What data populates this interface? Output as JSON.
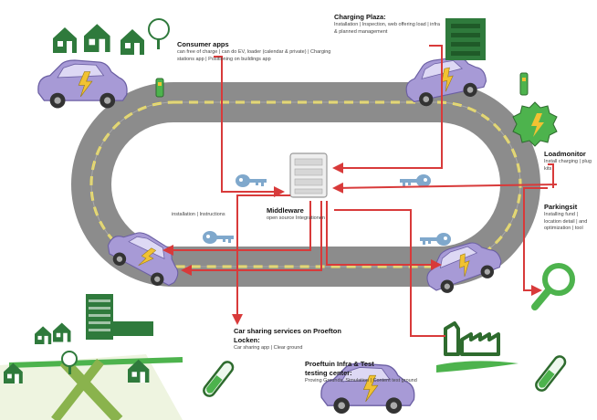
{
  "labels": {
    "consumer_apps": {
      "title": "Consumer apps",
      "body": "can free of charge | can do EV, loader (calendar & private) | Charging stations app | Positioning on buildings app"
    },
    "charging_plaza": {
      "title": "Charging Plaza:",
      "body": "Installation | Inspection, web offering load | infra & planned management"
    },
    "loadmonitor": {
      "title": "Loadmonitor",
      "body": "Install charging | plug kits"
    },
    "parking": {
      "title": "Parkingsit",
      "body": "Installing fund | location detail | and optimization | tool"
    },
    "middleware": {
      "title": "Middleware",
      "body": "open source Integrationen"
    },
    "installation_note": {
      "body": "installation | Instructions"
    },
    "car_sharing": {
      "title": "Car sharing services on Proefton Locken:",
      "body": "Car sharing app | Clear ground"
    },
    "proeftuin_infra": {
      "title": "Proeftuin Infra & Test",
      "body2": "testing center:",
      "body": "Proving Grounds, Simulation | Content test ground"
    }
  },
  "colors": {
    "road": "#8c8c8c",
    "road_dash": "#f2e25c",
    "arrow": "#d83a3a",
    "car": "#a79ad6",
    "house": "#2f7a3c",
    "key": "#7fa8cc",
    "icon_green": "#4db34d",
    "lightning": "#f1c232"
  },
  "icons": [
    "house-icon",
    "car-icon",
    "building-icon",
    "key-icon",
    "gear-icon",
    "magnifier-icon",
    "test-tube-icon",
    "factory-icon",
    "server-icon"
  ]
}
